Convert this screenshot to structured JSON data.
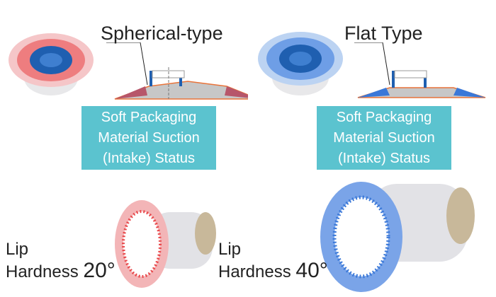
{
  "left": {
    "title": "Spherical-type",
    "callout": [
      "Soft Packaging",
      "Material Suction",
      "(Intake) Status"
    ],
    "lip_label": "Lip",
    "hardness_label": "Hardness",
    "hardness_value": "20°",
    "color": "#e8474a"
  },
  "right": {
    "title": "Flat Type",
    "callout": [
      "Soft Packaging",
      "Material Suction",
      "(Intake) Status"
    ],
    "lip_label": "Lip",
    "hardness_label": "Hardness",
    "hardness_value": "40°",
    "color": "#3a78d8"
  },
  "colors": {
    "callout": "#5bc3cf",
    "core": "#1f5fb0"
  }
}
